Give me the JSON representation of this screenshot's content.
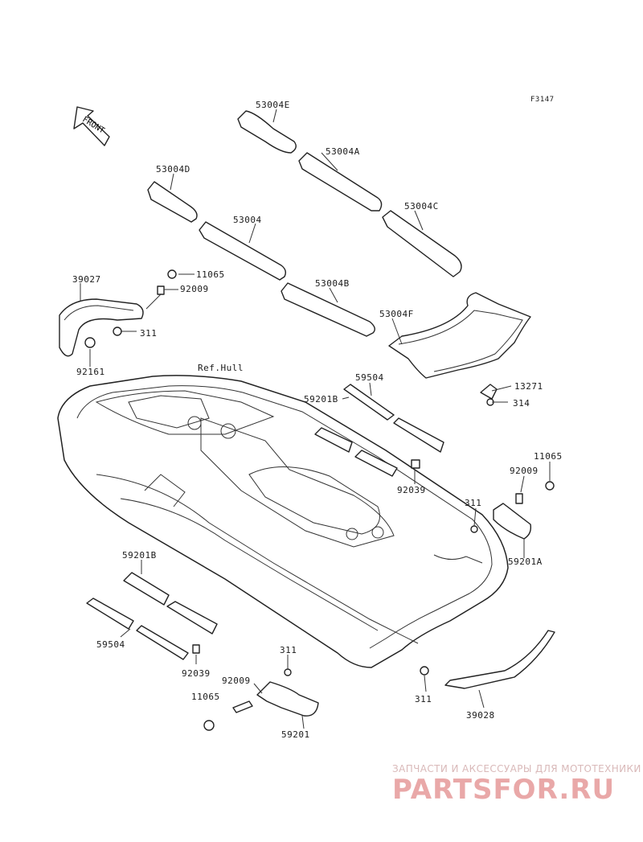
{
  "figure_code": "F3147",
  "front_label": "FRONT",
  "hull_ref": "Ref.Hull",
  "watermark": {
    "line1": "ЗАПЧАСТИ И АКСЕССУАРЫ ДЛЯ МОТОТЕХНИКИ",
    "line2": "PARTSFOR.RU"
  },
  "labels": {
    "p53004E": "53004E",
    "p53004A": "53004A",
    "p53004D": "53004D",
    "p53004": "53004",
    "p53004C": "53004C",
    "p53004B": "53004B",
    "p53004F": "53004F",
    "p39027": "39027",
    "p11065_top": "11065",
    "p92009_top": "92009",
    "p311_left": "311",
    "p92161": "92161",
    "p59504_top": "59504",
    "p59201B_top": "59201B",
    "p13271": "13271",
    "p314": "314",
    "p92039_top": "92039",
    "p11065_right": "11065",
    "p92009_right": "92009",
    "p311_right": "311",
    "p59201A": "59201A",
    "p59201B_bottom": "59201B",
    "p59504_bottom": "59504",
    "p92039_bottom": "92039",
    "p311_bottom": "311",
    "p92009_bottom": "92009",
    "p11065_bottom": "11065",
    "p59201": "59201",
    "p311_br": "311",
    "p39028": "39028"
  }
}
